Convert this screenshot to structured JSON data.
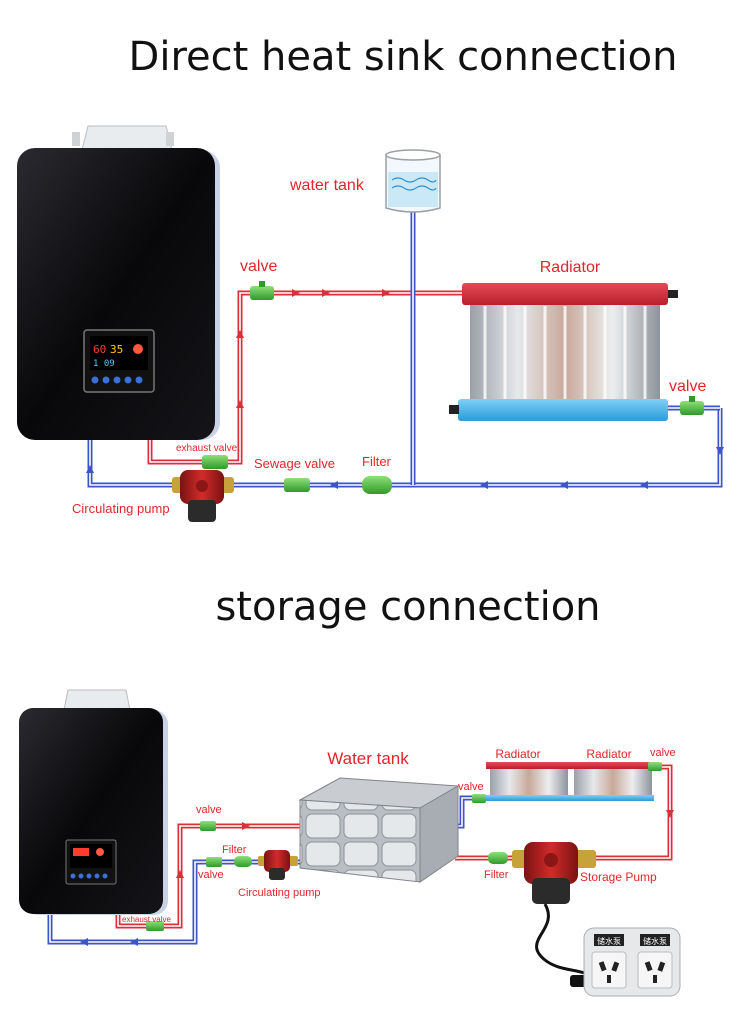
{
  "diagram1": {
    "title": "Direct heat sink connection",
    "labels": {
      "water_tank": "water tank",
      "valve_top": "valve",
      "radiator": "Radiator",
      "valve_right": "valve",
      "exhaust_valve": "exhaust valve",
      "sewage_valve": "Sewage valve",
      "filter": "Filter",
      "circulating_pump": "Circulating pump"
    },
    "display": {
      "temp_left": "60",
      "temp_right": "35",
      "time": "1 09"
    }
  },
  "diagram2": {
    "title": "storage connection",
    "labels": {
      "water_tank": "Water tank",
      "radiator_left": "Radiator",
      "radiator_right": "Radiator",
      "valve_rad_top": "valve",
      "valve_rad_left": "valve",
      "valve_upper": "valve",
      "valve_lower": "valve",
      "filter_left": "Filter",
      "filter_right": "Filter",
      "circulating_pump": "Circulating pump",
      "storage_pump": "Storage Pump",
      "exhaust_valve": "exhaust valve",
      "socket_left": "储水泵",
      "socket_right": "储水泵"
    }
  },
  "colors": {
    "hot_pipe": "#d9303a",
    "cold_pipe": "#3d55c9",
    "label": "#e1262b",
    "valve": "#3aaa35",
    "heater_body": "#0d0d10"
  }
}
